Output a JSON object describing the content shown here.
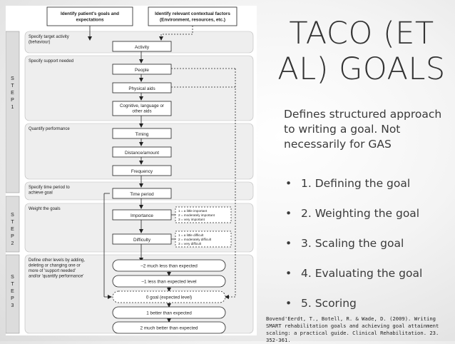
{
  "slide": {
    "title_lines": [
      "TACO (ET",
      "AL) GOALS"
    ],
    "intro": "Defines structured approach to writing a goal. Not necessarily for GAS",
    "bullets": [
      "1. Defining the goal",
      "2. Weighting the goal",
      "3. Scaling the goal",
      "4. Evaluating the goal",
      "5. Scoring"
    ],
    "bullet_glyph": "•",
    "citation": "Bovend'Eerdt, T., Botell, R. & Wade, D. (2009). Writing SMART rehabilitation goals and achieving goal attainment scaling: a practical guide. Clinical Rehabilitation. 23. 352-361."
  },
  "diagram": {
    "top_left_box": [
      "Identify patient's goals and",
      "expectations"
    ],
    "top_right_box": [
      "Identify relevant contextual factors",
      "(Environment, resources, etc.)"
    ],
    "steps": [
      {
        "letters": [
          "S",
          "T",
          "E",
          "P",
          "1"
        ]
      },
      {
        "letters": [
          "S",
          "T",
          "E",
          "P",
          "2"
        ]
      },
      {
        "letters": [
          "S",
          "T",
          "E",
          "P",
          "3"
        ]
      }
    ],
    "section_labels": {
      "activity": [
        "Specify target activity",
        "(behaviour)"
      ],
      "support": [
        "Specify support needed"
      ],
      "quantify": [
        "Quantify performance"
      ],
      "time": [
        "Specify time period to",
        "achieve goal"
      ],
      "weight": [
        "Weight the goals"
      ],
      "levels": [
        "Define other levels by adding,",
        "deleting or changing one or",
        "more of 'support needed'",
        "and/or 'quantify performance'"
      ]
    },
    "boxes": {
      "activity": "Activity",
      "people": "People",
      "physical": "Physical aids",
      "cognitive": [
        "Cognitive, language or",
        "other aids"
      ],
      "timing": "Timing",
      "distance": "Distance/amount",
      "frequency": "Frequency",
      "time_period": "Time period",
      "importance": "Importance",
      "difficulty": "Difficulty"
    },
    "importance_scale": [
      "1 = a little important",
      "2 = moderately important",
      "3 = very important"
    ],
    "difficulty_scale": [
      "1 = a little difficult",
      "2 = moderately difficult",
      "3 = very difficult"
    ],
    "levels": [
      "–2 much less than expected",
      "–1 less than expected level",
      "0 goal (expected level)",
      "1 better than expected",
      "2 much better than expected"
    ]
  }
}
